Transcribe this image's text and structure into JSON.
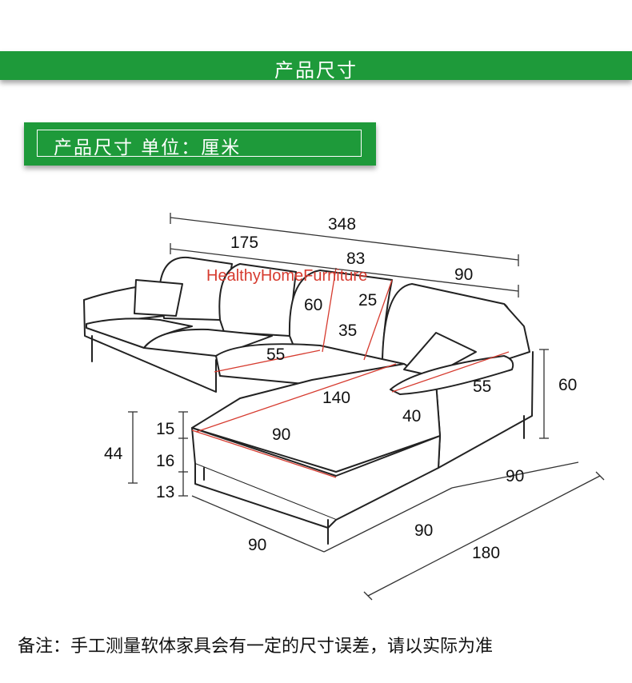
{
  "header": {
    "title": "产品尺寸"
  },
  "subheader": {
    "title": "产品尺寸 单位：厘米"
  },
  "watermark": "HealthyHomeFurniture",
  "dimensions": {
    "total_length": "348",
    "main_section_length": "175",
    "middle_section_length": "83",
    "right_section_length": "90",
    "backrest_height": "60",
    "backrest_top": "25",
    "seat_depth": "35",
    "seat_cushion": "55",
    "right_cushion": "55",
    "chaise_length": "140",
    "arm_width": "40",
    "back_height": "60",
    "chaise_width_top": "90",
    "cushion_thickness": "15",
    "base_height": "16",
    "leg_height": "13",
    "seat_height": "44",
    "depth_front": "90",
    "depth_middle": "90",
    "depth_right": "90",
    "total_depth": "180"
  },
  "note": "备注：手工测量软体家具会有一定的尺寸误差，请以实际为准"
}
